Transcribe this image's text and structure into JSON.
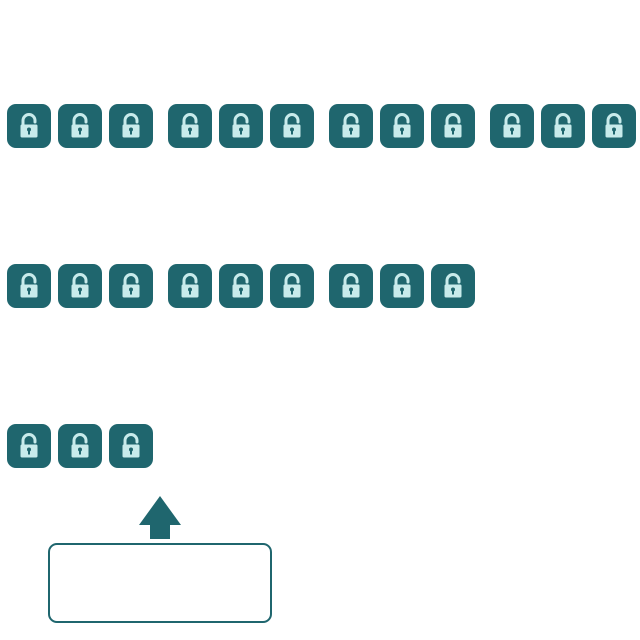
{
  "colors": {
    "tile": "#1f666e",
    "lock": "#c8ebeb",
    "arrow": "#1f666e",
    "box_border": "#1f666e"
  },
  "icon": "lock-icon",
  "rows": [
    {
      "groups": [
        3,
        3,
        3,
        3
      ]
    },
    {
      "groups": [
        3,
        3,
        3
      ]
    },
    {
      "groups": [
        3
      ]
    }
  ],
  "answer_box": {
    "value": ""
  }
}
